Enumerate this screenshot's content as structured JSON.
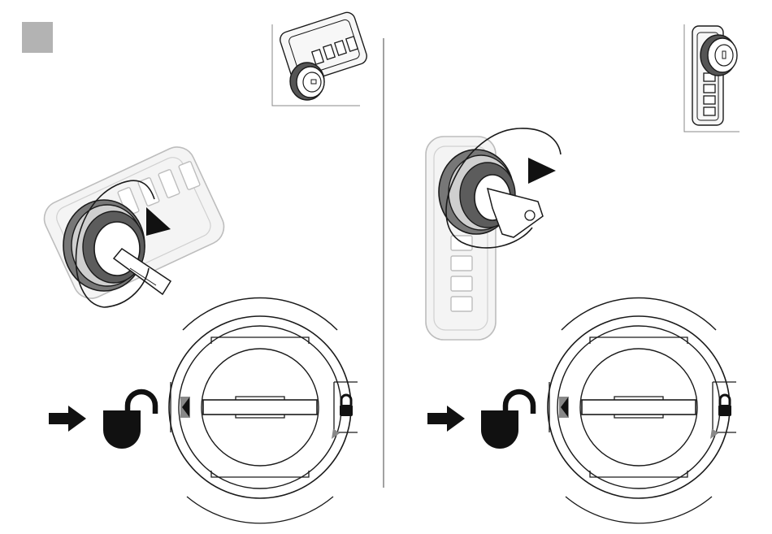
{
  "colors": {
    "background": "#ffffff",
    "line": "#1a1a1a",
    "line_light": "#bdbdbd",
    "fill_light": "#f4f4f4",
    "fill_mid": "#d9d9d9",
    "fill_dark": "#555555",
    "badge": "#b3b3b3",
    "indicator": "#8c8c8c",
    "icon": "#111111"
  },
  "panels": [
    {
      "id": "horizontal-lock",
      "arrow_direction": "right",
      "rotation": "clockwise",
      "indicator": "left-triangle"
    },
    {
      "id": "vertical-lock",
      "arrow_direction": "right",
      "rotation": "clockwise",
      "indicator": "left-triangle"
    }
  ],
  "icons": [
    "step-badge",
    "right-arrow-icon",
    "unlocked-padlock-icon",
    "locked-padlock-icon"
  ]
}
